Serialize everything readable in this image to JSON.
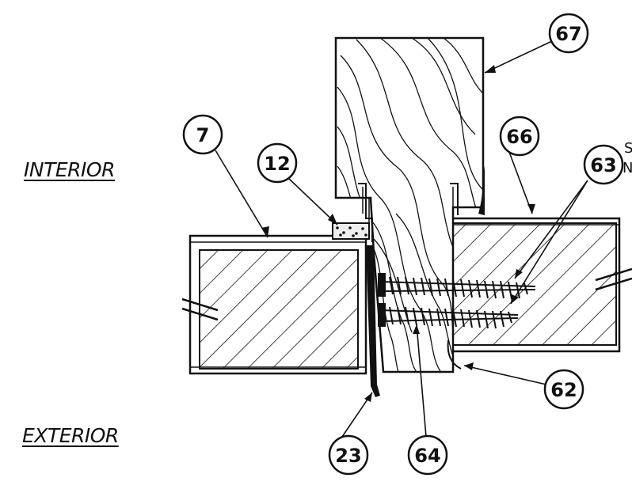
{
  "labels": {
    "interior": "INTERIOR",
    "exterior": "EXTERIOR"
  },
  "edge_text": [
    "S",
    "N"
  ],
  "callouts": {
    "c67": "67",
    "c66": "66",
    "c63": "63",
    "c7": "7",
    "c12": "12",
    "c62": "62",
    "c23": "23",
    "c64": "64"
  },
  "colors": {
    "ink": "#111111",
    "background": "#ffffff"
  }
}
